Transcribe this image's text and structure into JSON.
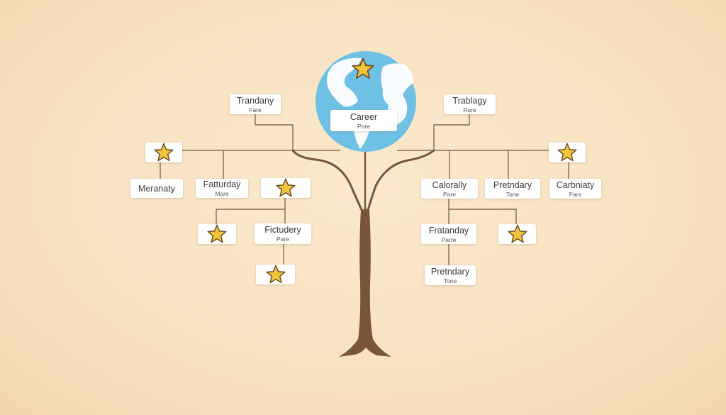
{
  "colors": {
    "background": "#f8e2c2",
    "trunk": "#7a5538",
    "line": "#8a6a4a",
    "star": "#f2c53d",
    "star_outline": "#6b4a1f",
    "ocean": "#6ec1e4",
    "land": "#ffffff"
  },
  "globe": {
    "title": "Career",
    "sub": "Pore",
    "icon": "globe-icon"
  },
  "left": {
    "top": {
      "title": "Trandany",
      "sub": "Fare"
    },
    "a": {
      "title": "Meranaty",
      "sub": ""
    },
    "b": {
      "title": "Fatturday",
      "sub": "Mare"
    },
    "c": {
      "title": "Fictudery",
      "sub": "Pare"
    }
  },
  "right": {
    "top": {
      "title": "Trablagy",
      "sub": "Rare"
    },
    "a": {
      "title": "Calorally",
      "sub": "Pare"
    },
    "b": {
      "title": "Pretndary",
      "sub": "Tone"
    },
    "c": {
      "title": "Carbniaty",
      "sub": "Fare"
    },
    "d": {
      "title": "Fratanday",
      "sub": "Parre"
    },
    "e": {
      "title": "Pretndary",
      "sub": "Tone"
    }
  },
  "icons": {
    "star": "star-icon"
  }
}
